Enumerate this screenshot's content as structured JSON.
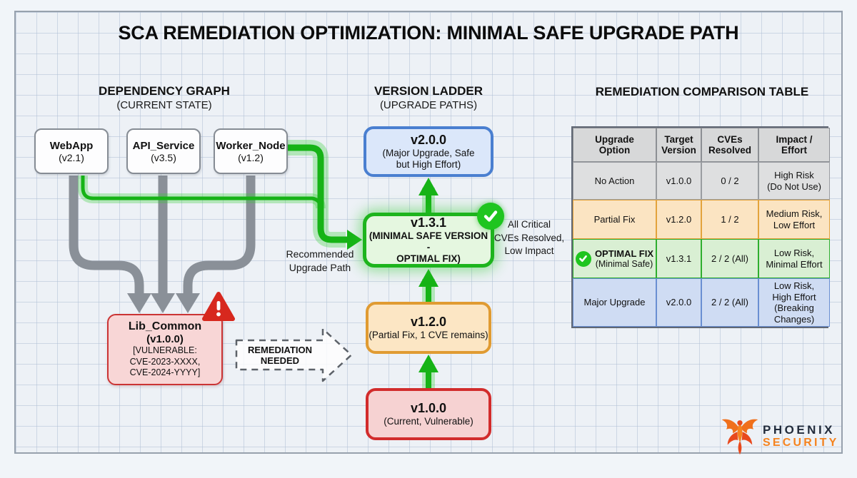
{
  "title": "SCA REMEDIATION OPTIMIZATION: MINIMAL SAFE UPGRADE PATH",
  "sections": {
    "dependency": {
      "title": "DEPENDENCY GRAPH",
      "subtitle": "(CURRENT STATE)"
    },
    "ladder": {
      "title": "VERSION LADDER",
      "subtitle": "(UPGRADE PATHS)"
    },
    "comparison": {
      "title": "REMEDIATION COMPARISON TABLE"
    }
  },
  "dependency_nodes": [
    {
      "name": "WebApp",
      "version": "(v2.1)"
    },
    {
      "name": "API_Service",
      "version": "(v3.5)"
    },
    {
      "name": "Worker_Node",
      "version": "(v1.2)"
    }
  ],
  "lib_common": {
    "name": "Lib_Common",
    "version": "(v1.0.0)",
    "vulnerabilities": "[VULNERABLE:\nCVE-2023-XXXX,\nCVE-2024-YYYY]"
  },
  "labels": {
    "remediation": "REMEDIATION\nNEEDED",
    "recommended": "Recommended\nUpgrade Path",
    "resolved": "All Critical\nCVEs Resolved,\nLow Impact"
  },
  "ladder_nodes": [
    {
      "version": "v2.0.0",
      "note": "(Major Upgrade, Safe\nbut High Effort)"
    },
    {
      "version": "v1.3.1",
      "note": "(MINIMAL SAFE VERSION -\nOPTIMAL FIX)"
    },
    {
      "version": "v1.2.0",
      "note": "(Partial Fix, 1 CVE remains)"
    },
    {
      "version": "v1.0.0",
      "note": "(Current, Vulnerable)"
    }
  ],
  "table": {
    "headers": [
      "Upgrade\nOption",
      "Target\nVersion",
      "CVEs\nResolved",
      "Impact /\nEffort"
    ],
    "rows": [
      {
        "option": "No Action",
        "target": "v1.0.0",
        "cves": "0 / 2",
        "impact": "High Risk\n(Do Not Use)"
      },
      {
        "option": "Partial Fix",
        "target": "v1.2.0",
        "cves": "1 / 2",
        "impact": "Medium Risk,\nLow Effort"
      },
      {
        "option": "OPTIMAL FIX",
        "option_sub": "(Minimal Safe)",
        "target": "v1.3.1",
        "cves": "2 / 2 (All)",
        "impact": "Low Risk,\nMinimal Effort"
      },
      {
        "option": "Major Upgrade",
        "target": "v2.0.0",
        "cves": "2 / 2 (All)",
        "impact": "Low Risk,\nHigh Effort\n(Breaking\nChanges)"
      }
    ]
  },
  "logo": {
    "name_top": "PHOENIX",
    "name_bottom": "SECURITY"
  },
  "colors": {
    "green_path": "#16b316",
    "green_fill": "#e5f7e0",
    "red_border": "#d22c2c",
    "orange_border": "#e09b32",
    "blue_border": "#4a7fd0",
    "gray_arrow": "#8a9098",
    "logo_navy": "#222c3c",
    "logo_orange": "#f5831f"
  }
}
